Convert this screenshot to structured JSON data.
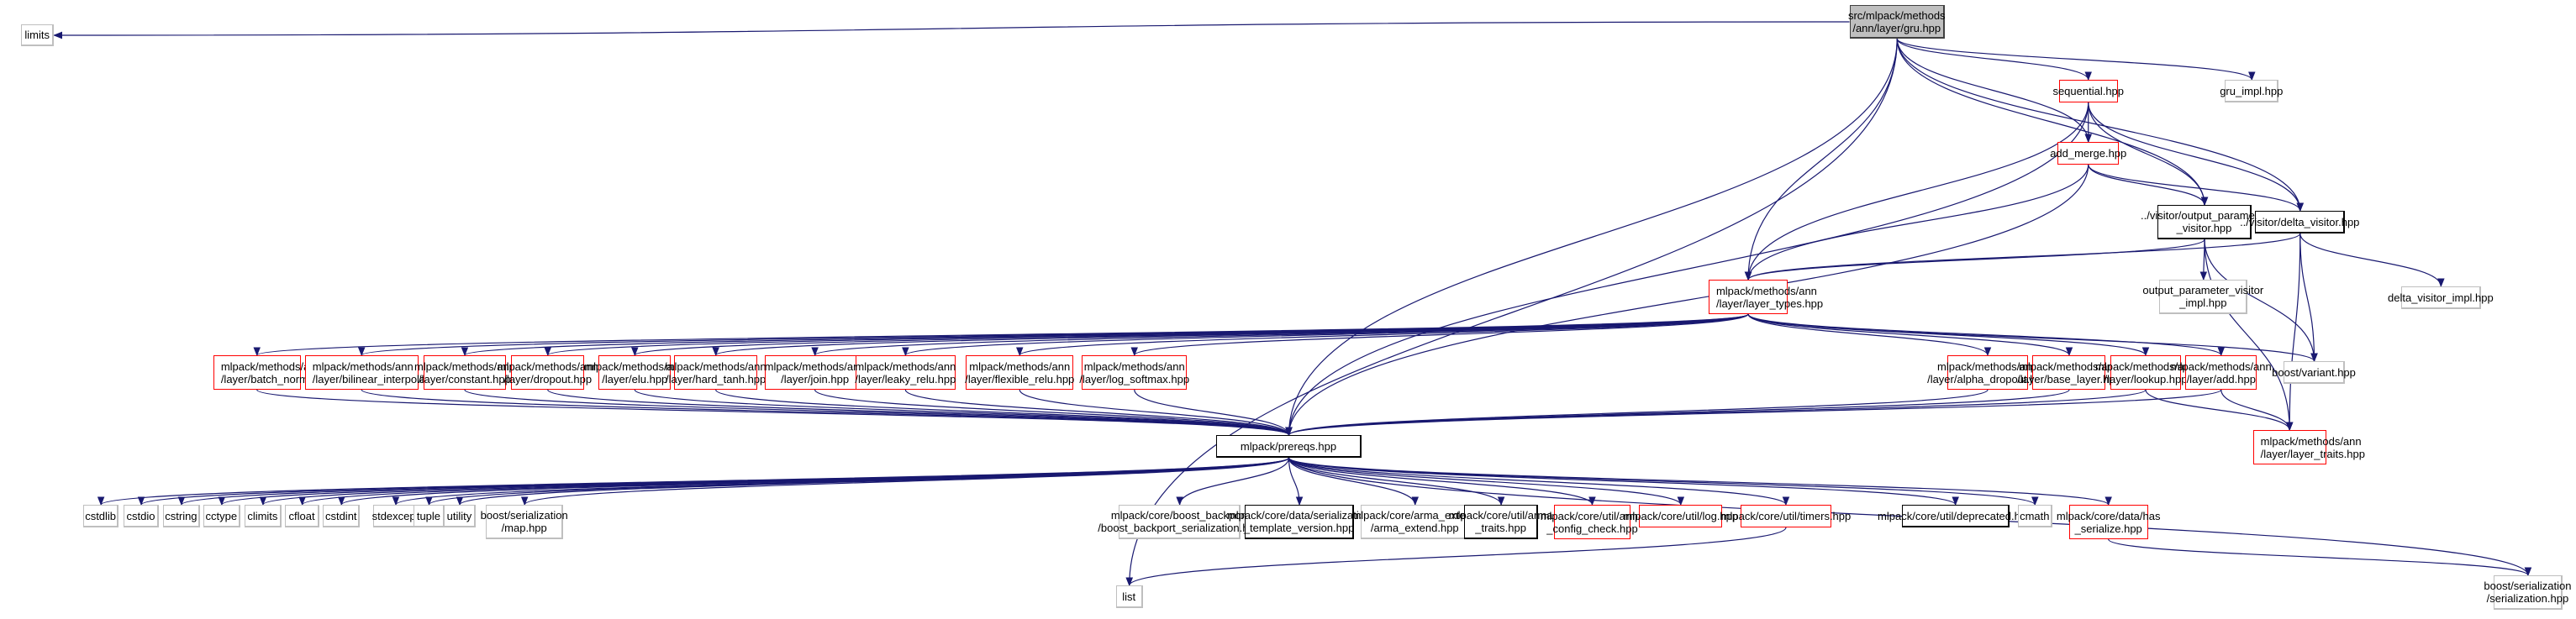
{
  "diagram": {
    "title": "Include dependency graph for src/mlpack/methods/ann/layer/gru.hpp",
    "colors": {
      "edge": "#191970",
      "root_fill": "#bfbfbf",
      "documented_border": "#000000",
      "truncated_border": "#ff0000",
      "external_border": "#bfbfbf"
    },
    "nodes": [
      {
        "id": "gru",
        "label": "src/mlpack/methods\n/ann/layer/gru.hpp",
        "kind": "root"
      },
      {
        "id": "limits",
        "label": "limits",
        "kind": "external"
      },
      {
        "id": "sequential",
        "label": "sequential.hpp",
        "kind": "truncated"
      },
      {
        "id": "gru_impl",
        "label": "gru_impl.hpp",
        "kind": "external"
      },
      {
        "id": "add_merge",
        "label": "add_merge.hpp",
        "kind": "truncated"
      },
      {
        "id": "output_visitor",
        "label": "../visitor/output_parameter\n_visitor.hpp",
        "kind": "documented"
      },
      {
        "id": "delta_visitor",
        "label": "../visitor/delta_visitor.hpp",
        "kind": "documented"
      },
      {
        "id": "layer_types",
        "label": "mlpack/methods/ann\n/layer/layer_types.hpp",
        "kind": "truncated"
      },
      {
        "id": "output_visitor_impl",
        "label": "output_parameter_visitor\n_impl.hpp",
        "kind": "external"
      },
      {
        "id": "delta_visitor_impl",
        "label": "delta_visitor_impl.hpp",
        "kind": "external"
      },
      {
        "id": "batch_norm",
        "label": "mlpack/methods/ann\n/layer/batch_norm.hpp",
        "kind": "truncated"
      },
      {
        "id": "bilinear",
        "label": "mlpack/methods/ann\n/layer/bilinear_interpolation.hpp",
        "kind": "truncated"
      },
      {
        "id": "constant",
        "label": "mlpack/methods/ann\n/layer/constant.hpp",
        "kind": "truncated"
      },
      {
        "id": "dropout",
        "label": "mlpack/methods/ann\n/layer/dropout.hpp",
        "kind": "truncated"
      },
      {
        "id": "elu",
        "label": "mlpack/methods/ann\n/layer/elu.hpp",
        "kind": "truncated"
      },
      {
        "id": "hard_tanh",
        "label": "mlpack/methods/ann\n/layer/hard_tanh.hpp",
        "kind": "truncated"
      },
      {
        "id": "join",
        "label": "mlpack/methods/ann\n/layer/join.hpp",
        "kind": "truncated"
      },
      {
        "id": "leaky_relu",
        "label": "mlpack/methods/ann\n/layer/leaky_relu.hpp",
        "kind": "truncated"
      },
      {
        "id": "flexible_relu",
        "label": "mlpack/methods/ann\n/layer/flexible_relu.hpp",
        "kind": "truncated"
      },
      {
        "id": "log_softmax",
        "label": "mlpack/methods/ann\n/layer/log_softmax.hpp",
        "kind": "truncated"
      },
      {
        "id": "alpha_dropout",
        "label": "mlpack/methods/ann\n/layer/alpha_dropout.hpp",
        "kind": "truncated"
      },
      {
        "id": "base_layer",
        "label": "mlpack/methods/ann\n/layer/base_layer.hpp",
        "kind": "truncated"
      },
      {
        "id": "lookup",
        "label": "mlpack/methods/ann\n/layer/lookup.hpp",
        "kind": "truncated"
      },
      {
        "id": "add",
        "label": "mlpack/methods/ann\n/layer/add.hpp",
        "kind": "truncated"
      },
      {
        "id": "variant",
        "label": "boost/variant.hpp",
        "kind": "external"
      },
      {
        "id": "layer_traits",
        "label": "mlpack/methods/ann\n/layer/layer_traits.hpp",
        "kind": "truncated"
      },
      {
        "id": "prereqs",
        "label": "mlpack/prereqs.hpp",
        "kind": "documented"
      },
      {
        "id": "cstdlib",
        "label": "cstdlib",
        "kind": "external"
      },
      {
        "id": "cstdio",
        "label": "cstdio",
        "kind": "external"
      },
      {
        "id": "cstring",
        "label": "cstring",
        "kind": "external"
      },
      {
        "id": "cctype",
        "label": "cctype",
        "kind": "external"
      },
      {
        "id": "climits",
        "label": "climits",
        "kind": "external"
      },
      {
        "id": "cfloat",
        "label": "cfloat",
        "kind": "external"
      },
      {
        "id": "cstdint",
        "label": "cstdint",
        "kind": "external"
      },
      {
        "id": "stdexcept",
        "label": "stdexcept",
        "kind": "external"
      },
      {
        "id": "tuple",
        "label": "tuple",
        "kind": "external"
      },
      {
        "id": "utility",
        "label": "utility",
        "kind": "external"
      },
      {
        "id": "ser_map",
        "label": "boost/serialization\n/map.hpp",
        "kind": "external"
      },
      {
        "id": "boost_backport",
        "label": "mlpack/core/boost_backport\n/boost_backport_serialization.hpp",
        "kind": "external"
      },
      {
        "id": "ser_template",
        "label": "mlpack/core/data/serialization\n_template_version.hpp",
        "kind": "documented"
      },
      {
        "id": "arma_extend",
        "label": "mlpack/core/arma_extend\n/arma_extend.hpp",
        "kind": "external"
      },
      {
        "id": "arma_traits",
        "label": "mlpack/core/util/arma\n_traits.hpp",
        "kind": "documented"
      },
      {
        "id": "arma_config",
        "label": "mlpack/core/util/arma\n_config_check.hpp",
        "kind": "truncated"
      },
      {
        "id": "log",
        "label": "mlpack/core/util/log.hpp",
        "kind": "truncated"
      },
      {
        "id": "timers",
        "label": "mlpack/core/util/timers.hpp",
        "kind": "truncated"
      },
      {
        "id": "deprecated",
        "label": "mlpack/core/util/deprecated.hpp",
        "kind": "documented"
      },
      {
        "id": "cmath",
        "label": "cmath",
        "kind": "external"
      },
      {
        "id": "has_serialize",
        "label": "mlpack/core/data/has\n_serialize.hpp",
        "kind": "truncated"
      },
      {
        "id": "list",
        "label": "list",
        "kind": "external"
      },
      {
        "id": "ser_serialization",
        "label": "boost/serialization\n/serialization.hpp",
        "kind": "external"
      }
    ],
    "edges": [
      [
        "gru",
        "limits"
      ],
      [
        "gru",
        "list"
      ],
      [
        "gru",
        "prereqs"
      ],
      [
        "gru",
        "layer_types"
      ],
      [
        "gru",
        "sequential"
      ],
      [
        "gru",
        "add_merge"
      ],
      [
        "gru",
        "output_visitor"
      ],
      [
        "gru",
        "delta_visitor"
      ],
      [
        "gru",
        "gru_impl"
      ],
      [
        "sequential",
        "add_merge"
      ],
      [
        "sequential",
        "layer_types"
      ],
      [
        "sequential",
        "output_visitor"
      ],
      [
        "sequential",
        "delta_visitor"
      ],
      [
        "sequential",
        "prereqs"
      ],
      [
        "add_merge",
        "layer_types"
      ],
      [
        "add_merge",
        "output_visitor"
      ],
      [
        "add_merge",
        "delta_visitor"
      ],
      [
        "add_merge",
        "prereqs"
      ],
      [
        "output_visitor",
        "layer_types"
      ],
      [
        "output_visitor",
        "output_visitor_impl"
      ],
      [
        "output_visitor",
        "variant"
      ],
      [
        "output_visitor",
        "layer_traits"
      ],
      [
        "delta_visitor",
        "layer_types"
      ],
      [
        "delta_visitor",
        "delta_visitor_impl"
      ],
      [
        "delta_visitor",
        "variant"
      ],
      [
        "delta_visitor",
        "layer_traits"
      ],
      [
        "layer_types",
        "batch_norm"
      ],
      [
        "layer_types",
        "bilinear"
      ],
      [
        "layer_types",
        "constant"
      ],
      [
        "layer_types",
        "dropout"
      ],
      [
        "layer_types",
        "elu"
      ],
      [
        "layer_types",
        "hard_tanh"
      ],
      [
        "layer_types",
        "join"
      ],
      [
        "layer_types",
        "leaky_relu"
      ],
      [
        "layer_types",
        "flexible_relu"
      ],
      [
        "layer_types",
        "log_softmax"
      ],
      [
        "layer_types",
        "alpha_dropout"
      ],
      [
        "layer_types",
        "base_layer"
      ],
      [
        "layer_types",
        "lookup"
      ],
      [
        "layer_types",
        "add"
      ],
      [
        "layer_types",
        "variant"
      ],
      [
        "batch_norm",
        "prereqs"
      ],
      [
        "bilinear",
        "prereqs"
      ],
      [
        "constant",
        "prereqs"
      ],
      [
        "dropout",
        "prereqs"
      ],
      [
        "elu",
        "prereqs"
      ],
      [
        "hard_tanh",
        "prereqs"
      ],
      [
        "join",
        "prereqs"
      ],
      [
        "leaky_relu",
        "prereqs"
      ],
      [
        "flexible_relu",
        "prereqs"
      ],
      [
        "log_softmax",
        "prereqs"
      ],
      [
        "alpha_dropout",
        "prereqs"
      ],
      [
        "base_layer",
        "prereqs"
      ],
      [
        "lookup",
        "prereqs"
      ],
      [
        "add",
        "prereqs"
      ],
      [
        "lookup",
        "layer_traits"
      ],
      [
        "add",
        "layer_traits"
      ],
      [
        "prereqs",
        "cstdlib"
      ],
      [
        "prereqs",
        "cstdio"
      ],
      [
        "prereqs",
        "cstring"
      ],
      [
        "prereqs",
        "cctype"
      ],
      [
        "prereqs",
        "climits"
      ],
      [
        "prereqs",
        "cfloat"
      ],
      [
        "prereqs",
        "cstdint"
      ],
      [
        "prereqs",
        "stdexcept"
      ],
      [
        "prereqs",
        "tuple"
      ],
      [
        "prereqs",
        "utility"
      ],
      [
        "prereqs",
        "ser_map"
      ],
      [
        "prereqs",
        "boost_backport"
      ],
      [
        "prereqs",
        "ser_template"
      ],
      [
        "prereqs",
        "arma_extend"
      ],
      [
        "prereqs",
        "arma_traits"
      ],
      [
        "prereqs",
        "arma_config"
      ],
      [
        "prereqs",
        "log"
      ],
      [
        "prereqs",
        "timers"
      ],
      [
        "prereqs",
        "deprecated"
      ],
      [
        "prereqs",
        "cmath"
      ],
      [
        "prereqs",
        "has_serialize"
      ],
      [
        "prereqs",
        "ser_serialization"
      ],
      [
        "timers",
        "list"
      ],
      [
        "has_serialize",
        "ser_serialization"
      ]
    ]
  }
}
